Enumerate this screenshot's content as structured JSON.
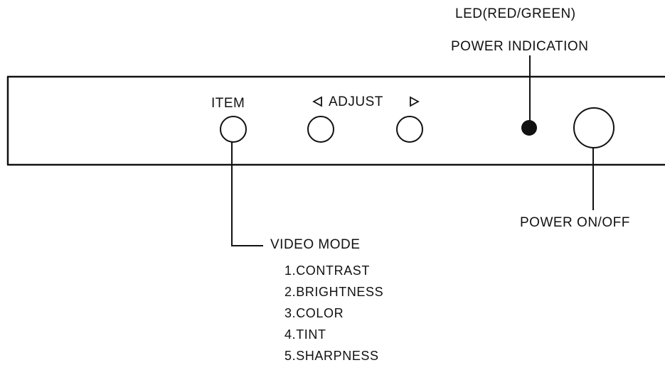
{
  "labels": {
    "led": "LED(RED/GREEN)",
    "power_indication": "POWER INDICATION",
    "item": "ITEM",
    "adjust": "ADJUST",
    "power_switch": "POWER ON/OFF",
    "video_mode": "VIDEO MODE"
  },
  "menu_items": [
    "1.CONTRAST",
    "2.BRIGHTNESS",
    "3.COLOR",
    "4.TINT",
    "5.SHARPNESS"
  ],
  "colors": {
    "line": "#111111",
    "background": "#ffffff"
  }
}
